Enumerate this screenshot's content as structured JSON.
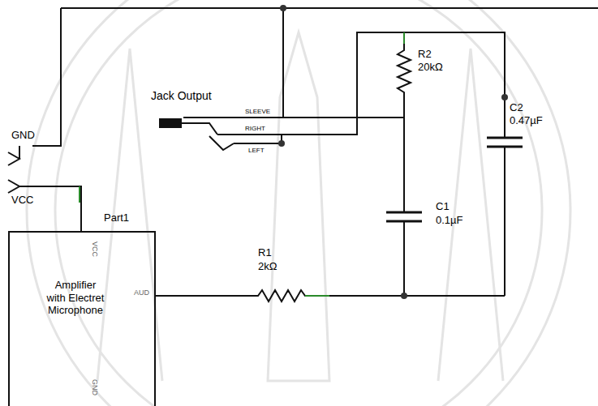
{
  "diagram": {
    "nodes": [
      {
        "text": [
          "Part1",
          "Amplifier with Electret Microphone"
        ]
      }
    ],
    "labels": [
      "GND",
      "VCC",
      "Jack Output",
      "SLEEVE",
      "RIGHT",
      "LEFT",
      "R2",
      "20kΩ",
      "C2",
      "0.47µF",
      "C1",
      "0.1µF",
      "R1",
      "2kΩ",
      "VCC",
      "AUD",
      "GND"
    ]
  }
}
